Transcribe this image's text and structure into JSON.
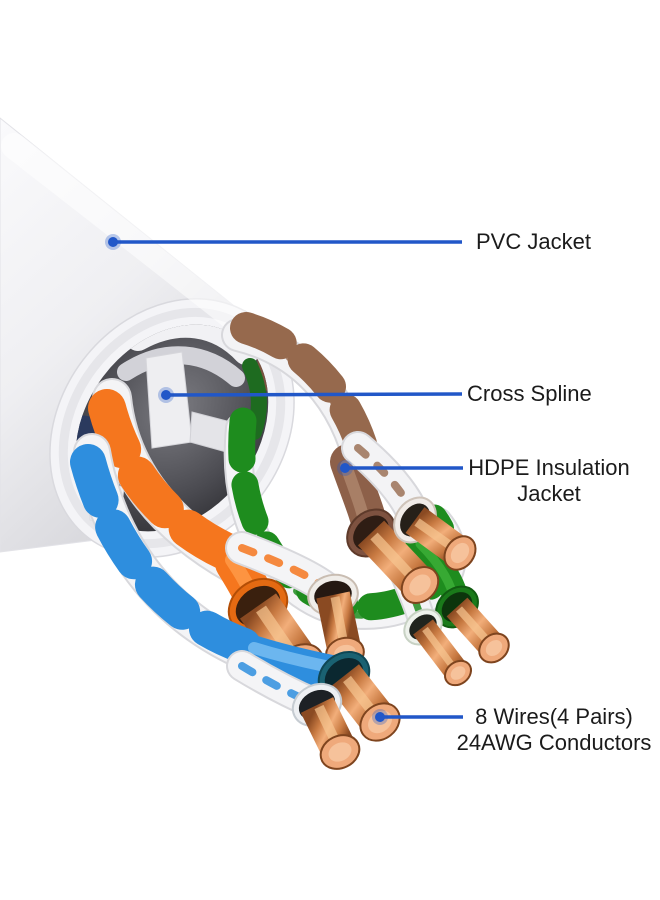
{
  "figure": {
    "type": "product-diagram",
    "subject": "UTP ethernet cable cutaway",
    "callouts": [
      {
        "id": "pvc-jacket",
        "lines": [
          "PVC Jacket"
        ]
      },
      {
        "id": "cross-spline",
        "lines": [
          "Cross Spline"
        ]
      },
      {
        "id": "hdpe",
        "lines": [
          "HDPE Insulation",
          "Jacket"
        ]
      },
      {
        "id": "wires",
        "lines": [
          "8 Wires(4 Pairs)",
          "24AWG Conductors"
        ]
      }
    ],
    "colors": {
      "callout": "#2157c8",
      "orange": "#f5761e",
      "blue": "#2e8ede",
      "green": "#1e8c1e",
      "brown": "#96694d",
      "copper": "#c87a42",
      "jacket": "#f2f2f4",
      "text": "#1b1b1b"
    }
  }
}
